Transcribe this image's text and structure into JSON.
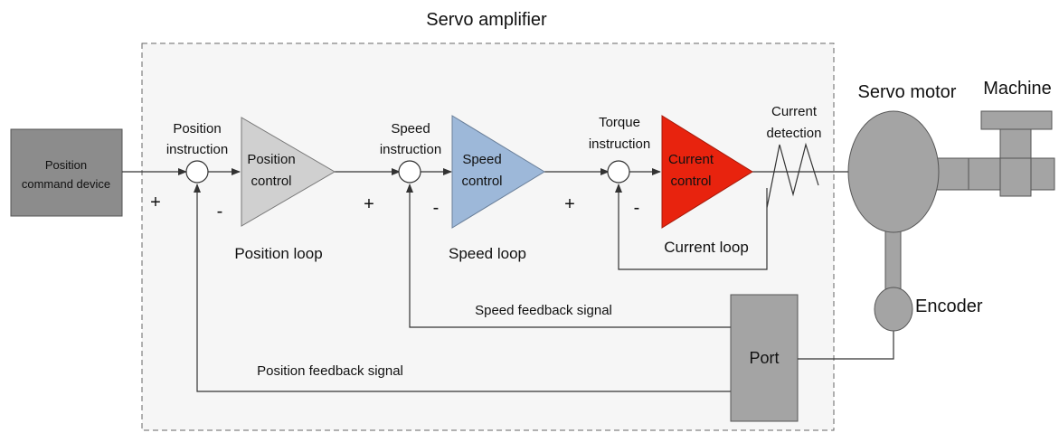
{
  "amplifier": {
    "title": "Servo amplifier"
  },
  "command_device": {
    "line1": "Position",
    "line2": "command device"
  },
  "position": {
    "instruction_line1": "Position",
    "instruction_line2": "instruction",
    "control_line1": "Position",
    "control_line2": "control",
    "loop_label": "Position loop",
    "plus": "+",
    "minus": "-"
  },
  "speed": {
    "instruction_line1": "Speed",
    "instruction_line2": "instruction",
    "control_line1": "Speed",
    "control_line2": "control",
    "loop_label": "Speed loop",
    "plus": "+",
    "minus": "-"
  },
  "torque": {
    "instruction_line1": "Torque",
    "instruction_line2": "instruction",
    "control_line1": "Current",
    "control_line2": "control",
    "loop_label": "Current loop",
    "plus": "+",
    "minus": "-"
  },
  "current_detection": {
    "line1": "Current",
    "line2": "detection"
  },
  "feedback": {
    "speed_signal": "Speed feedback signal",
    "position_signal": "Position feedback signal"
  },
  "port": {
    "label": "Port"
  },
  "motor": {
    "label": "Servo motor"
  },
  "machine": {
    "label": "Machine"
  },
  "encoder": {
    "label": "Encoder"
  },
  "colors": {
    "position_control": "#d0d0d0",
    "speed_control": "#9db8d9",
    "current_control": "#e8230e",
    "device_box": "#8c8c8c",
    "amplifier_bg": "#f6f6f6"
  }
}
